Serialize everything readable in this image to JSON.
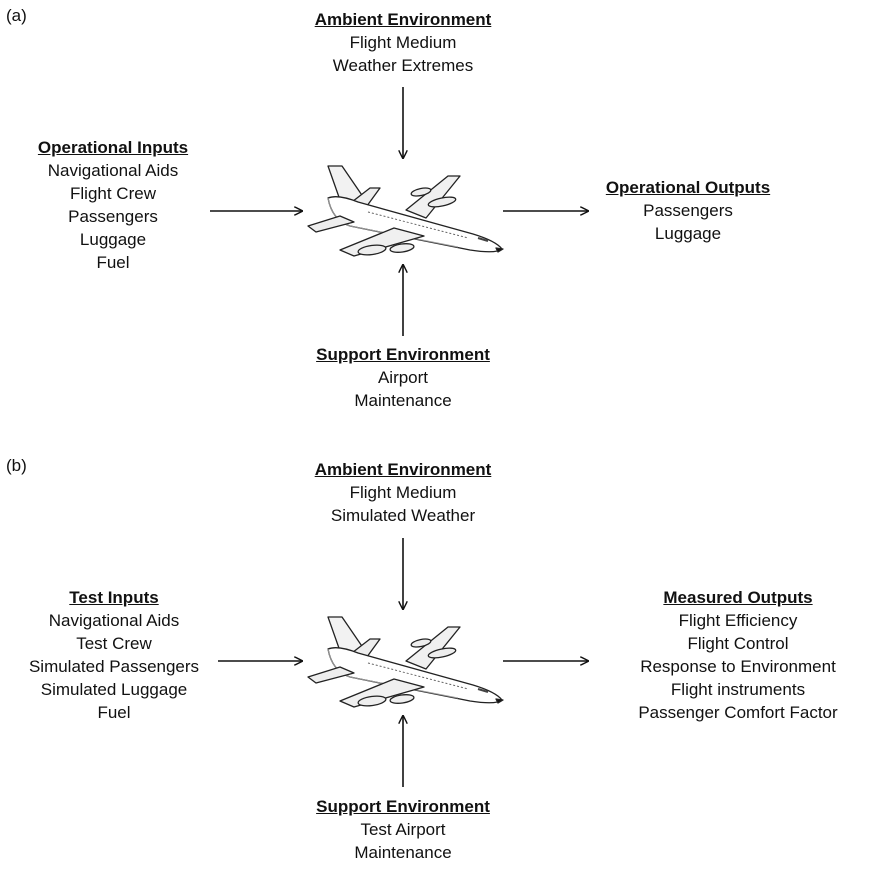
{
  "panels": [
    {
      "label": "(a)",
      "top": {
        "heading": "Ambient Environment",
        "lines": [
          "Flight Medium",
          "Weather Extremes"
        ]
      },
      "left": {
        "heading": "Operational Inputs",
        "lines": [
          "Navigational Aids",
          "Flight Crew",
          "Passengers",
          "Luggage",
          "Fuel"
        ]
      },
      "right": {
        "heading": "Operational Outputs",
        "lines": [
          "Passengers",
          "Luggage"
        ]
      },
      "bottom": {
        "heading": "Support Environment",
        "lines": [
          "Airport",
          "Maintenance"
        ]
      }
    },
    {
      "label": "(b)",
      "top": {
        "heading": "Ambient Environment",
        "lines": [
          "Flight Medium",
          "Simulated Weather"
        ]
      },
      "left": {
        "heading": "Test Inputs",
        "lines": [
          "Navigational Aids",
          "Test Crew",
          "Simulated Passengers",
          "Simulated Luggage",
          "Fuel"
        ]
      },
      "right": {
        "heading": "Measured Outputs",
        "lines": [
          "Flight Efficiency",
          "Flight Control",
          "Response to Environment",
          "Flight instruments",
          "Passenger Comfort Factor"
        ]
      },
      "bottom": {
        "heading": "Support Environment",
        "lines": [
          "Test Airport",
          "Maintenance"
        ]
      }
    }
  ],
  "icons": {
    "aircraft": "airliner-icon",
    "arrow": "arrow-icon"
  }
}
